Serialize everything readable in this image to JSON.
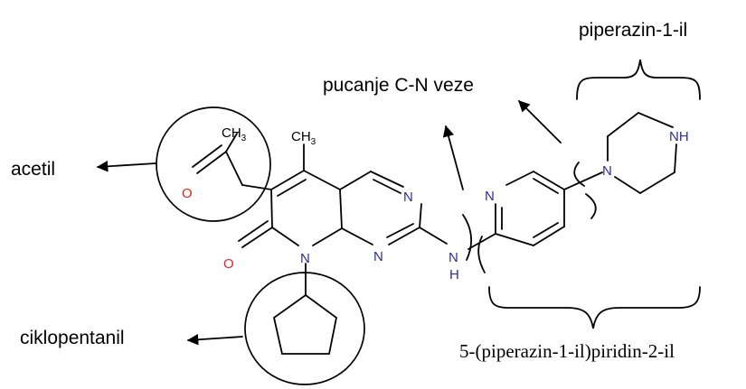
{
  "labels": {
    "piperazinyl": "piperazin-1-il",
    "cleavage": "pucanje C-N veze",
    "acetyl": "acetil",
    "cyclopentyl": "ciklopentanil",
    "pyridinyl": "5-(piperazin-1-il)piridin-2-il"
  },
  "atoms": {
    "nitrogen": "N",
    "oxygen": "O",
    "hydrogen": "H",
    "piperazine_nh": "NH",
    "carbon_methyl": "CH",
    "methyl_subscript": "3"
  },
  "colors": {
    "nitrogen": "#2b2f9a",
    "oxygen": "#e0241c",
    "bond": "#000000",
    "text": "#000000"
  },
  "icons": {
    "arrow": "arrow-icon",
    "brace": "brace-icon"
  }
}
